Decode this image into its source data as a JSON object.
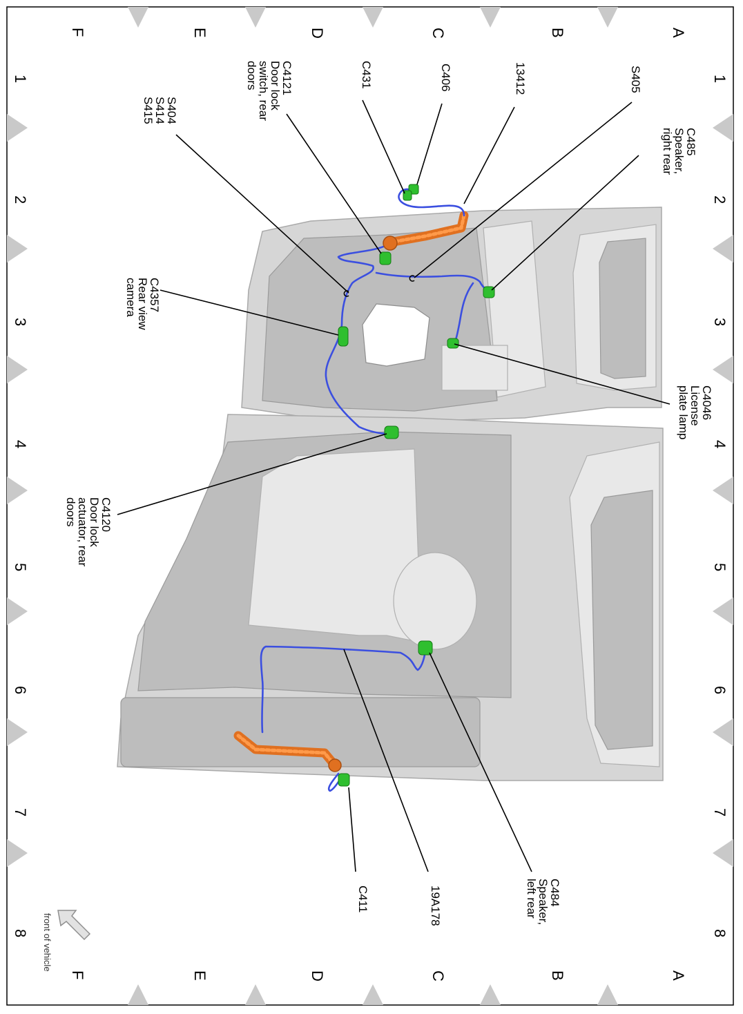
{
  "grid": {
    "rows": [
      "A",
      "B",
      "C",
      "D",
      "E",
      "F"
    ],
    "cols": [
      "1",
      "2",
      "3",
      "4",
      "5",
      "6",
      "7",
      "8"
    ]
  },
  "labels": {
    "s405": "S405",
    "n13412": "13412",
    "c406": "C406",
    "c431": "C431",
    "c4121": [
      "C4121",
      "Door lock",
      "switch, rear",
      "doors"
    ],
    "s404": [
      "S404",
      "S414",
      "S415"
    ],
    "c485": [
      "C485",
      "Speaker,",
      "right rear"
    ],
    "c4357": [
      "C4357",
      "Rear view",
      "camera"
    ],
    "c4046": [
      "C4046",
      "License",
      "plate lamp"
    ],
    "c4120": [
      "C4120",
      "Door lock",
      "actuator, rear",
      "doors"
    ],
    "c484": [
      "C484",
      "Speaker,",
      "left rear"
    ],
    "n19a178": "19A178",
    "c411": "C411",
    "front": "front of vehicle"
  },
  "colors": {
    "wire": "#3b4fe0",
    "conduit": "#e07020",
    "connector": "#2fbf2f",
    "panel": "#d6d6d6",
    "grid_marker": "#c9c9c9"
  }
}
